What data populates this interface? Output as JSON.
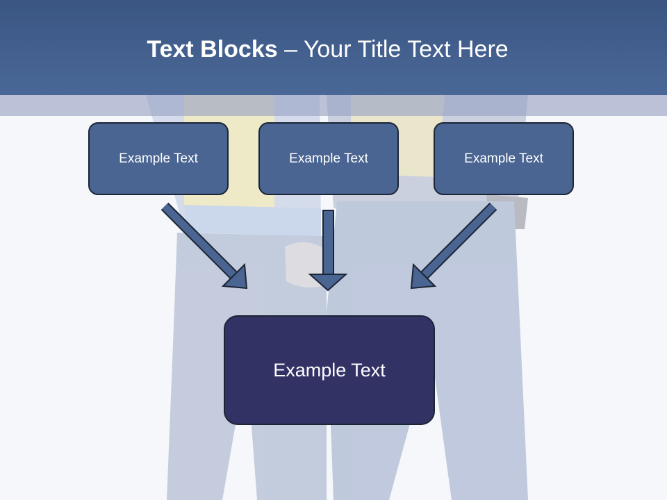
{
  "title": {
    "bold_part": "Text Blocks",
    "separator": " – ",
    "regular_part": "Your Title Text Here"
  },
  "boxes": [
    {
      "label": "Example Text"
    },
    {
      "label": "Example Text"
    },
    {
      "label": "Example Text"
    }
  ],
  "center_box": {
    "label": "Example Text"
  },
  "colors": {
    "header": "#41598a",
    "box_fill": "#4a6592",
    "center_fill": "#333265",
    "arrow_fill": "#4a6592",
    "border": "#1c2535"
  }
}
